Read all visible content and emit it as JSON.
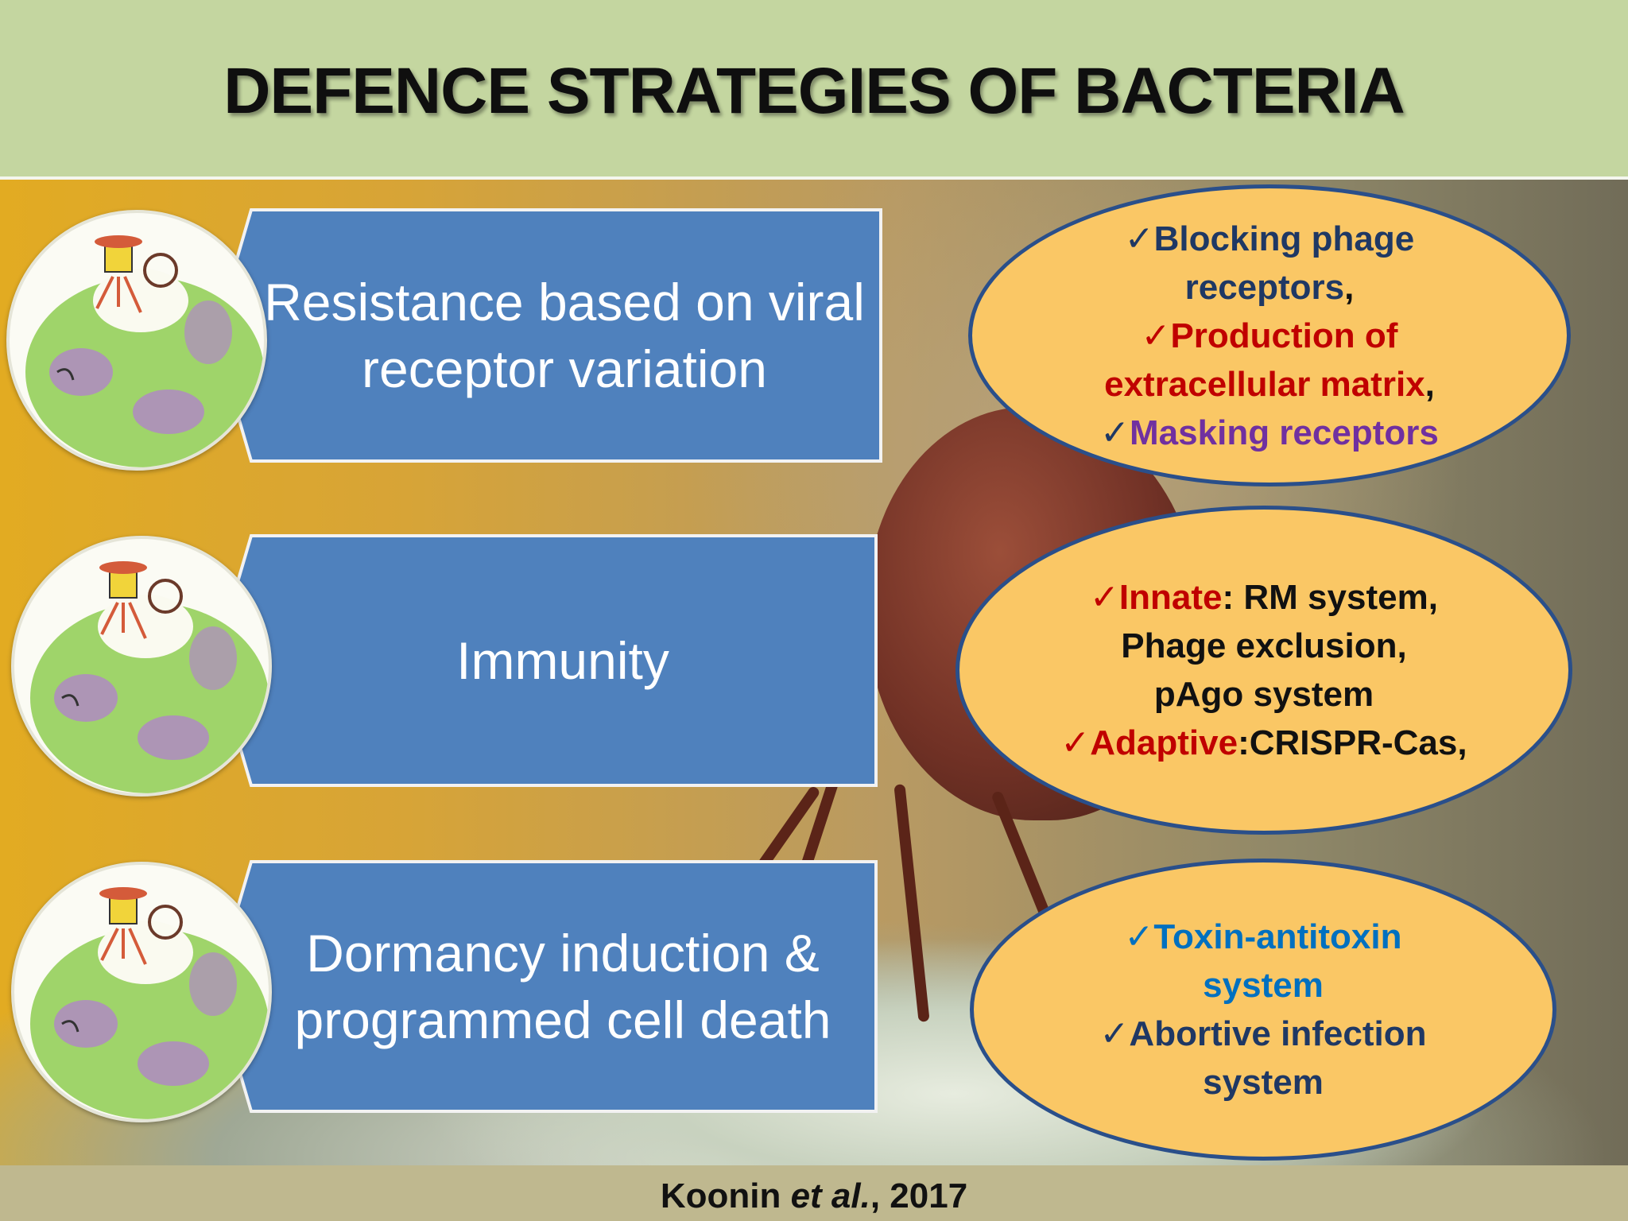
{
  "title": "DEFENCE STRATEGIES OF BACTERIA",
  "citation": {
    "author": "Koonin",
    "etal": "et al.",
    "year": ", 2017"
  },
  "colors": {
    "header_bg": "#c4d6a0",
    "box_fill": "#4f81bd",
    "oval_fill": "#fac765",
    "oval_border": "#2a4f8a",
    "footer_bg": "#bfb88f"
  },
  "strategies": [
    {
      "label": "Resistance based on viral receptor variation"
    },
    {
      "label": "Immunity"
    },
    {
      "label": "Dormancy induction & programmed cell death"
    }
  ],
  "details": {
    "resistance": {
      "check1": "✓",
      "item1a": "Blocking phage",
      "item1b": "receptors",
      "comma1": ",",
      "check2": "✓",
      "item2a": "Production of",
      "item2b": "extracellular matrix",
      "comma2": ",",
      "check3": "✓",
      "item3": "Masking receptors"
    },
    "immunity": {
      "check1": "✓",
      "innate": "Innate",
      "innate_colon": ": ",
      "rm": "RM system",
      "comma_a": ",",
      "phage_ex": "Phage exclusion",
      "comma_b": ",",
      "pago": "pAgo system",
      "check2": "✓",
      "adaptive": "Adaptive",
      "adaptive_colon": ":",
      "crispr": "CRISPR-Cas",
      "comma_c": ","
    },
    "dormancy": {
      "check1": "✓",
      "item1a": "Toxin-antitoxin",
      "item1b": "system",
      "check2": "✓",
      "item2a": "Abortive infection",
      "item2b": "system"
    }
  },
  "icons": {
    "cartoon": "bacterium-cowboy-cartoon-icon",
    "check": "checkmark-icon"
  }
}
